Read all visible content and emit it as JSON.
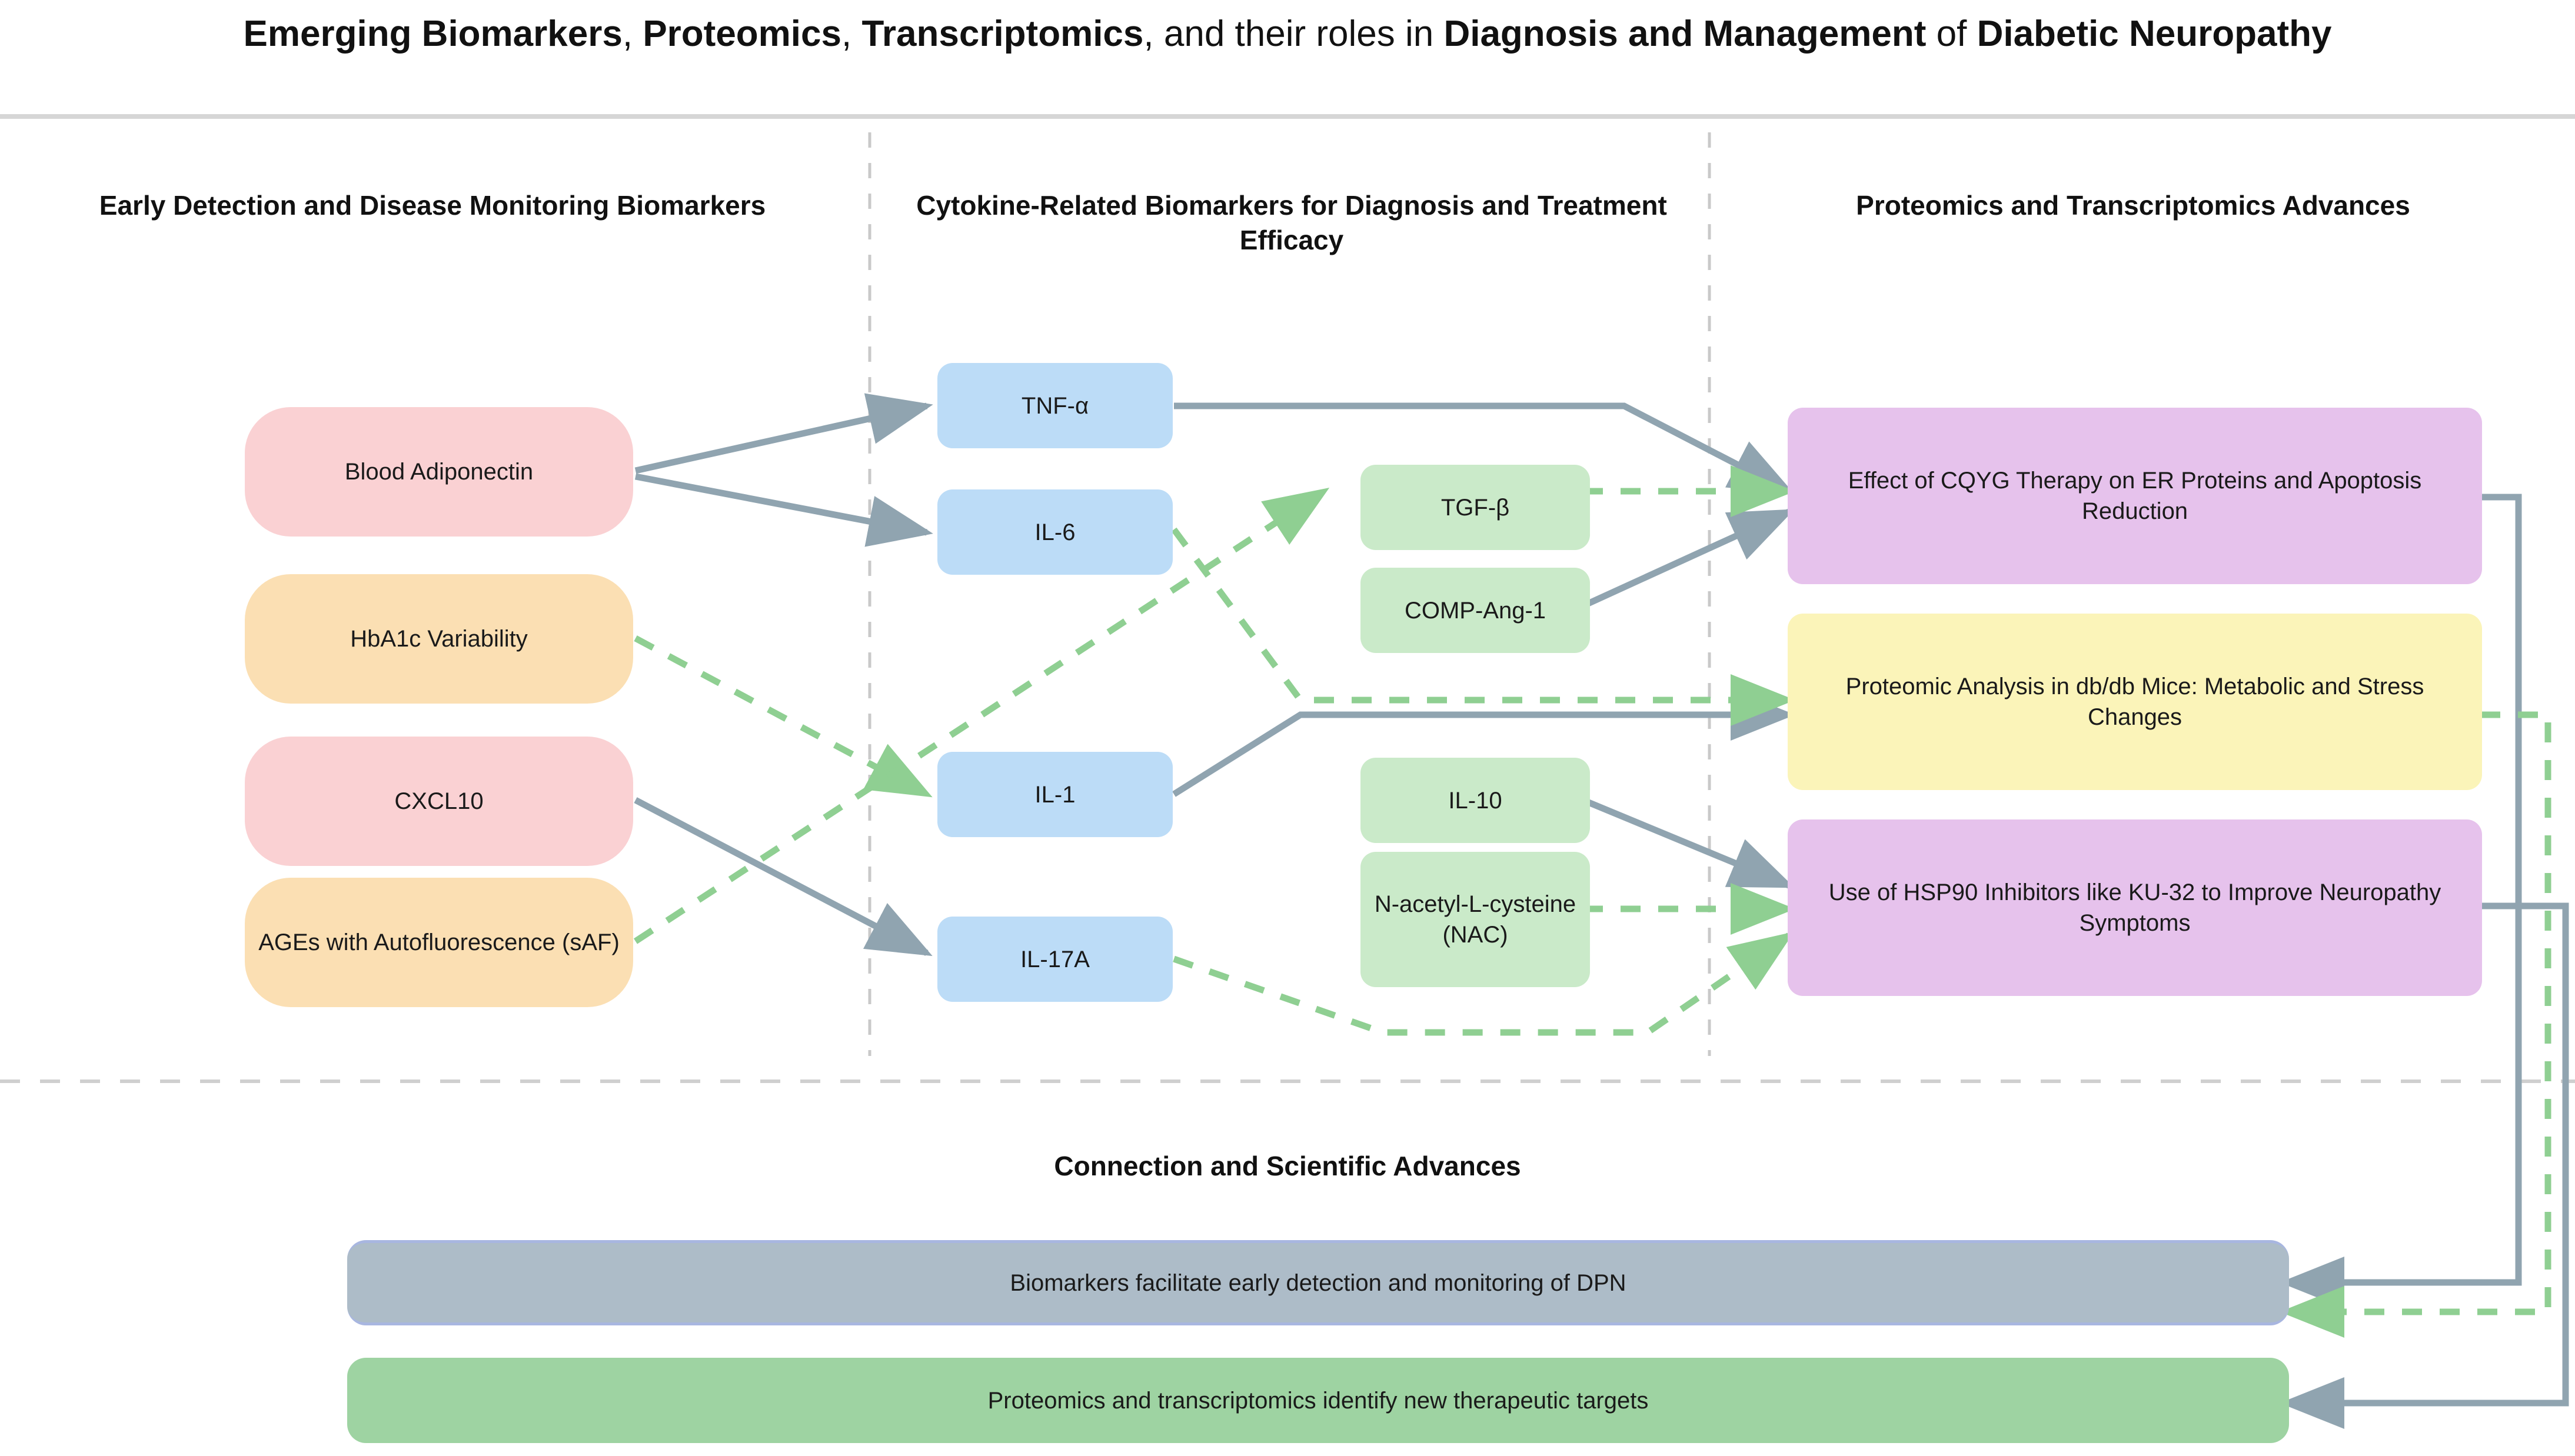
{
  "title": {
    "segments": [
      {
        "text": "Emerging Biomarkers",
        "bold": true
      },
      {
        "text": ", ",
        "bold": false
      },
      {
        "text": "Proteomics",
        "bold": true
      },
      {
        "text": ", ",
        "bold": false
      },
      {
        "text": "Transcriptomics",
        "bold": true
      },
      {
        "text": ", and their roles in ",
        "bold": false
      },
      {
        "text": "Diagnosis and Management",
        "bold": true
      },
      {
        "text": " of ",
        "bold": false
      },
      {
        "text": "Diabetic Neuropathy",
        "bold": true
      }
    ],
    "plain": "Emerging Biomarkers, Proteomics, Transcriptomics, and their roles in Diagnosis and Management of Diabetic Neuropathy"
  },
  "columns": {
    "col1_header": "Early Detection and Disease Monitoring Biomarkers",
    "col2_header": "Cytokine-Related Biomarkers for Diagnosis and Treatment Efficacy",
    "col3_header": "Proteomics and Transcriptomics Advances"
  },
  "bottom": {
    "section_header": "Connection and Scientific Advances",
    "bar1": "Biomarkers facilitate early detection and monitoring of DPN",
    "bar2": "Proteomics and transcriptomics identify new therapeutic targets"
  },
  "nodes": {
    "blood_adiponectin": "Blood Adiponectin",
    "hba1c_variability": "HbA1c Variability",
    "cxcl10": "CXCL10",
    "ages_saf": "AGEs with Autofluorescence (sAF)",
    "tnf_alpha": "TNF-α",
    "il6": "IL-6",
    "il1": "IL-1",
    "il17a": "IL-17A",
    "tgf_beta": "TGF-β",
    "comp_ang1": "COMP-Ang-1",
    "il10": "IL-10",
    "nac": "N-acetyl-L-cysteine (NAC)",
    "cqyg": "Effect of CQYG Therapy on ER Proteins and Apoptosis Reduction",
    "dbdb": "Proteomic Analysis in db/db Mice: Metabolic and Stress Changes",
    "hsp90": "Use of HSP90 Inhibitors like KU-32 to Improve Neuropathy Symptoms"
  },
  "colors": {
    "pink": "#fad1d3",
    "orange": "#fbdfb3",
    "blue": "#bcdcf7",
    "green": "#caeac9",
    "purple": "#e6c2ec",
    "yellow": "#fbf4b9",
    "bar_grey": "#adbcc8",
    "bar_green": "#9ed3a2",
    "edge_solid": "#90a4b0",
    "edge_dashed": "#8fcf92",
    "divider": "#c9c9c9"
  }
}
